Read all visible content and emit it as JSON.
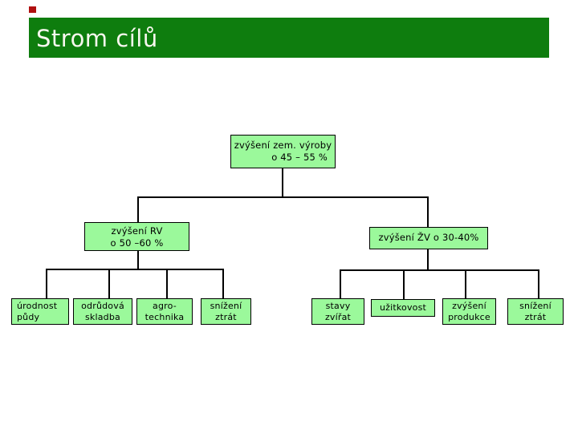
{
  "slide": {
    "title": "Strom cílů",
    "colors": {
      "title_bar_green": "#0e7d0e",
      "accent_red": "#b01010",
      "node_fill_green": "#9bf99b",
      "node_border": "#000000"
    }
  },
  "tree": {
    "root": {
      "line1": "zvýšení zem. výroby",
      "line2": "o 45 – 55 %"
    },
    "level2": {
      "left": {
        "line1": "zvýšení RV",
        "line2": "o  50 –60 %"
      },
      "right": {
        "label": "zvýšení ŽV o 30-40%"
      }
    },
    "level3_left": [
      {
        "line1": "úrodnost",
        "line2": "půdy"
      },
      {
        "line1": "odrůdová",
        "line2": "skladba"
      },
      {
        "line1": "agro-",
        "line2": "technika"
      },
      {
        "line1": "snížení",
        "line2": "ztrát"
      }
    ],
    "level3_right": [
      {
        "line1": "stavy",
        "line2": "zvířat"
      },
      {
        "line1": "užitkovost",
        "line2": ""
      },
      {
        "line1": "zvýšení",
        "line2": "produkce"
      },
      {
        "line1": "snížení",
        "line2": "ztrát"
      }
    ]
  }
}
